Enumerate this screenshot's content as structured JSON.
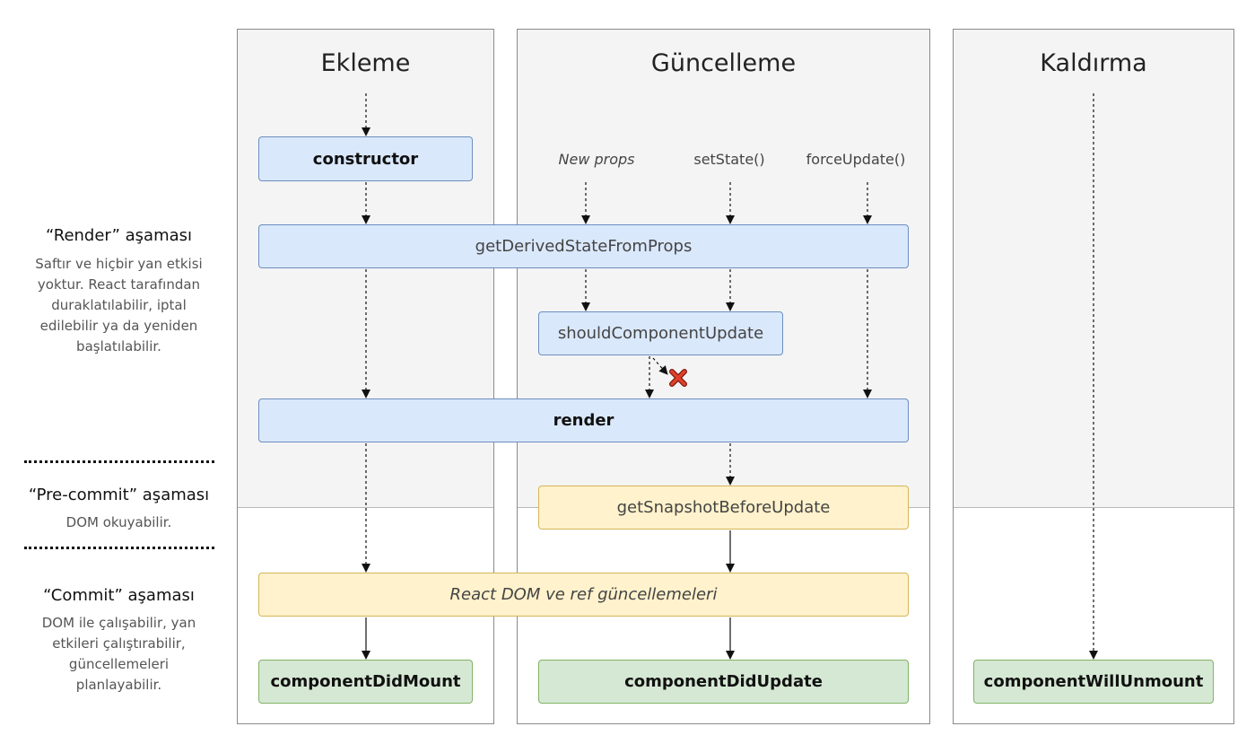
{
  "columns": {
    "mounting": "Ekleme",
    "updating": "Güncelleme",
    "unmounting": "Kaldırma"
  },
  "triggers": {
    "new_props": "New props",
    "set_state": "setState()",
    "force_update": "forceUpdate()"
  },
  "methods": {
    "constructor": "constructor",
    "get_derived_state": "getDerivedStateFromProps",
    "should_component_update": "shouldComponentUpdate",
    "render": "render",
    "get_snapshot": "getSnapshotBeforeUpdate",
    "react_dom_update": "React DOM ve ref güncellemeleri",
    "did_mount": "componentDidMount",
    "did_update": "componentDidUpdate",
    "will_unmount": "componentWillUnmount"
  },
  "phases": {
    "render": {
      "title": "“Render” aşaması",
      "lines": [
        "Saftır ve hiçbir yan etkisi",
        "yoktur. React tarafından",
        "duraklatılabilir, iptal",
        "edilebilir ya da yeniden",
        "başlatılabilir."
      ]
    },
    "precommit": {
      "title": "“Pre-commit” aşaması",
      "lines": [
        "DOM okuyabilir."
      ]
    },
    "commit": {
      "title": "“Commit” aşaması",
      "lines": [
        "DOM ile çalışabilir, yan",
        "etkileri çalıştırabilir,",
        "güncellemeleri",
        "planlayabilir."
      ]
    }
  },
  "colors": {
    "render_box": "#dae8fc",
    "commit_box": "#fff2cc",
    "lifecycle_box": "#d5e8d4",
    "cancel_mark": "#d32f1f"
  }
}
